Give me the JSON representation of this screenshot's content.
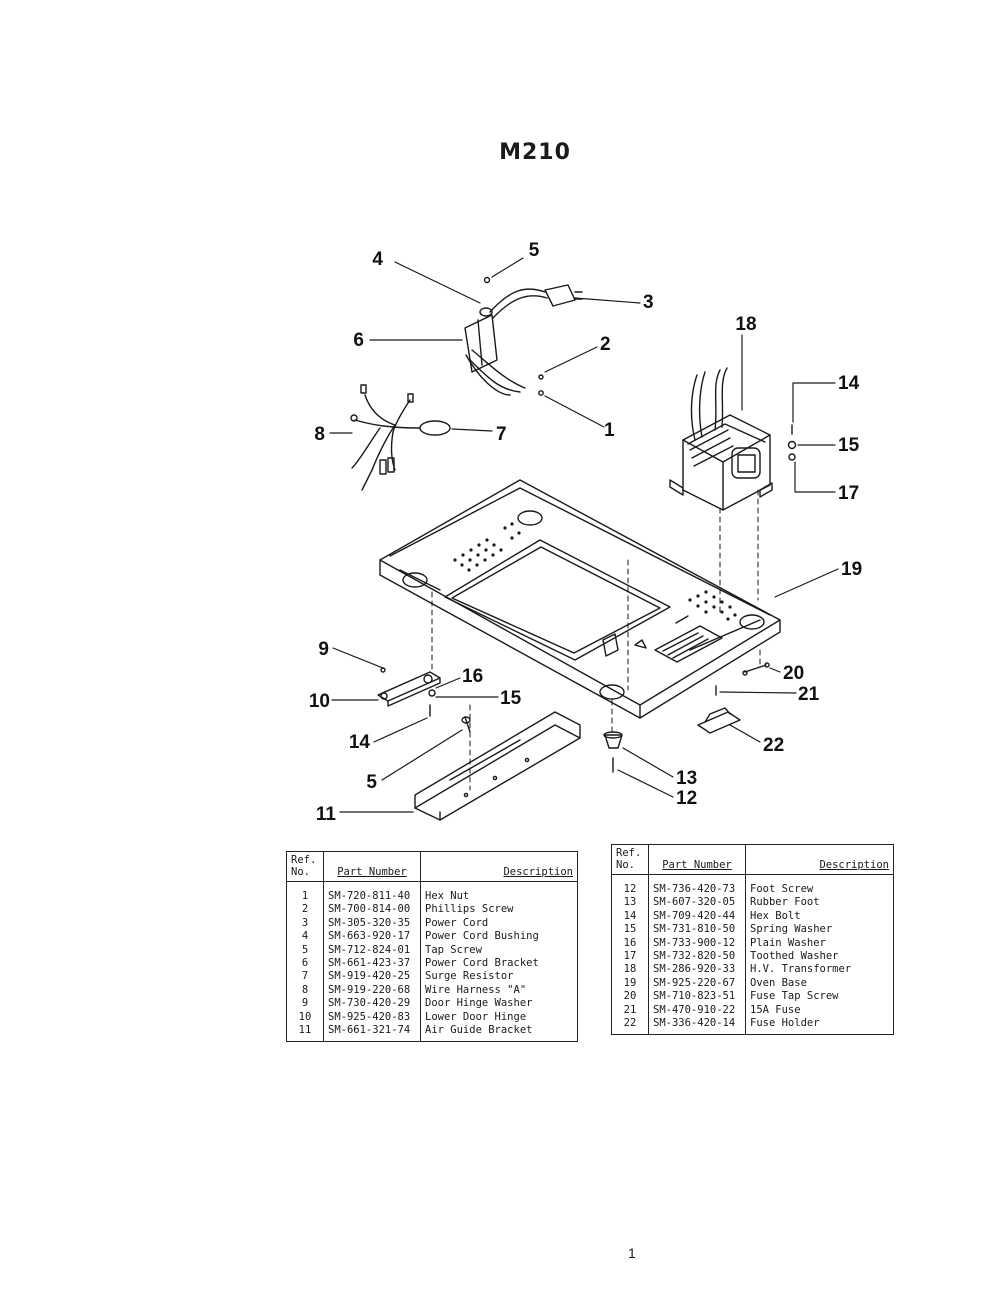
{
  "title": "M210",
  "callouts": [
    "1",
    "2",
    "3",
    "4",
    "5",
    "6",
    "7",
    "8",
    "9",
    "10",
    "11",
    "12",
    "13",
    "14",
    "15",
    "16",
    "17",
    "18",
    "19",
    "20",
    "21",
    "22",
    "14",
    "15",
    "5"
  ],
  "table_left": {
    "headers": {
      "ref": "Ref.\nNo.",
      "part": "Part Number",
      "desc": "Description"
    },
    "rows": [
      {
        "ref": "1",
        "part": "SM-720-811-40",
        "desc": "Hex Nut"
      },
      {
        "ref": "2",
        "part": "SM-700-814-00",
        "desc": "Phillips Screw"
      },
      {
        "ref": "3",
        "part": "SM-305-320-35",
        "desc": "Power Cord"
      },
      {
        "ref": "4",
        "part": "SM-663-920-17",
        "desc": "Power Cord Bushing"
      },
      {
        "ref": "5",
        "part": "SM-712-824-01",
        "desc": "Tap Screw"
      },
      {
        "ref": "6",
        "part": "SM-661-423-37",
        "desc": "Power Cord Bracket"
      },
      {
        "ref": "7",
        "part": "SM-919-420-25",
        "desc": "Surge Resistor"
      },
      {
        "ref": "8",
        "part": "SM-919-220-68",
        "desc": "Wire Harness \"A\""
      },
      {
        "ref": "9",
        "part": "SM-730-420-29",
        "desc": "Door Hinge Washer"
      },
      {
        "ref": "10",
        "part": "SM-925-420-83",
        "desc": "Lower Door Hinge"
      },
      {
        "ref": "11",
        "part": "SM-661-321-74",
        "desc": "Air Guide Bracket"
      }
    ]
  },
  "table_right": {
    "headers": {
      "ref": "Ref.\nNo.",
      "part": "Part Number",
      "desc": "Description"
    },
    "rows": [
      {
        "ref": "12",
        "part": "SM-736-420-73",
        "desc": "Foot Screw"
      },
      {
        "ref": "13",
        "part": "SM-607-320-05",
        "desc": "Rubber Foot"
      },
      {
        "ref": "14",
        "part": "SM-709-420-44",
        "desc": "Hex Bolt"
      },
      {
        "ref": "15",
        "part": "SM-731-810-50",
        "desc": "Spring Washer"
      },
      {
        "ref": "16",
        "part": "SM-733-900-12",
        "desc": "Plain Washer"
      },
      {
        "ref": "17",
        "part": "SM-732-820-50",
        "desc": "Toothed Washer"
      },
      {
        "ref": "18",
        "part": "SM-286-920-33",
        "desc": "H.V. Transformer"
      },
      {
        "ref": "19",
        "part": "SM-925-220-67",
        "desc": "Oven Base"
      },
      {
        "ref": "20",
        "part": "SM-710-823-51",
        "desc": "Fuse Tap Screw"
      },
      {
        "ref": "21",
        "part": "SM-470-910-22",
        "desc": "15A Fuse"
      },
      {
        "ref": "22",
        "part": "SM-336-420-14",
        "desc": "Fuse Holder"
      }
    ]
  },
  "page_mark": "1"
}
